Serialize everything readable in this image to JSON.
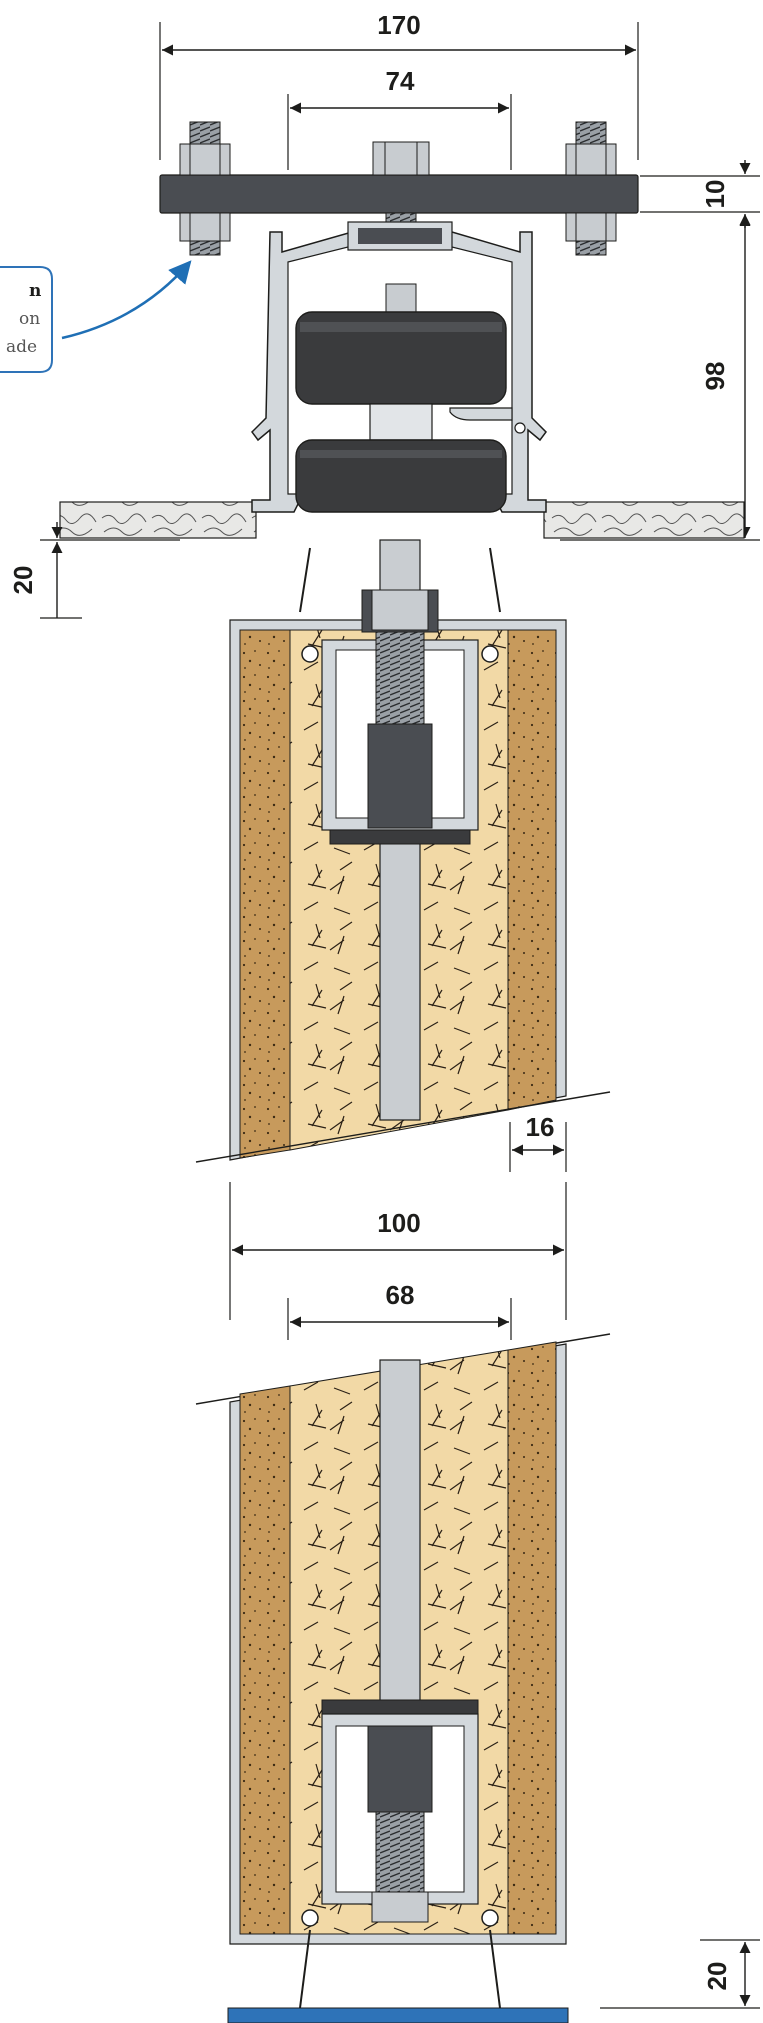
{
  "dimensions": {
    "top_width": "170",
    "top_inner_width": "74",
    "plate_thickness": "10",
    "track_height": "98",
    "top_gap": "20",
    "panel_wall": "16",
    "panel_width": "100",
    "panel_inner_width": "68",
    "bottom_gap": "20"
  },
  "callout": {
    "title": "n",
    "line1": "on",
    "line2": "ade"
  },
  "colors": {
    "aluminium": "#d3d8dc",
    "steel_dark": "#4a4d52",
    "roller": "#3a3b3d",
    "ceiling": "#e8e8e6",
    "wood_outer": "#c79a5c",
    "core": "#f2d9a6",
    "arrow_blue": "#1f6fb5",
    "floor_blue": "#2e73b8",
    "line": "#1d1d1b"
  }
}
